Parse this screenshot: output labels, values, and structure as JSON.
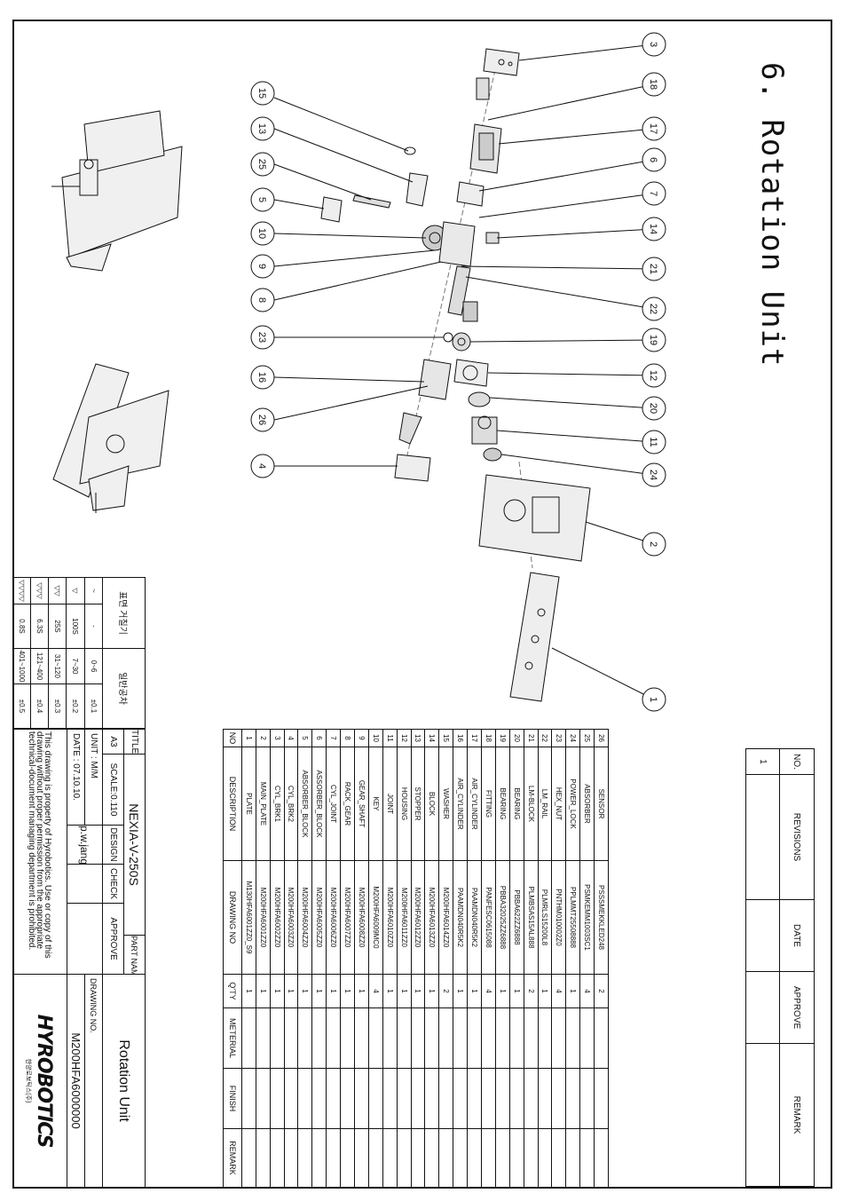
{
  "page_title": "6. Rotation Unit",
  "balloons": [
    "1",
    "2",
    "3",
    "4",
    "5",
    "6",
    "7",
    "8",
    "9",
    "10",
    "11",
    "12",
    "13",
    "14",
    "15",
    "16",
    "17",
    "18",
    "19",
    "20",
    "21",
    "22",
    "23",
    "24",
    "25",
    "26"
  ],
  "parts_headers": {
    "no": "NO",
    "description": "DESCRIPTION",
    "drawing_no": "DRAWING NO",
    "qty": "Q'TY",
    "material": "METERIAL",
    "finish": "FINISH",
    "remark": "REMARK"
  },
  "parts": [
    {
      "no": "1",
      "description": "PLATE",
      "drawing_no": "M130HFA6001ZZ0_S9",
      "qty": "1"
    },
    {
      "no": "2",
      "description": "MAIN_PLATE",
      "drawing_no": "M200HFA6001ZZ0",
      "qty": "1"
    },
    {
      "no": "3",
      "description": "CYL_BRK1",
      "drawing_no": "M200HFA6002ZZ0",
      "qty": "1"
    },
    {
      "no": "4",
      "description": "CYL_BRK2",
      "drawing_no": "M200HFA6003ZZ0",
      "qty": "1"
    },
    {
      "no": "5",
      "description": "ABSORBER_BLOCK",
      "drawing_no": "M200HFA6004ZZ0",
      "qty": "1"
    },
    {
      "no": "6",
      "description": "ASSORBER_BLOCK",
      "drawing_no": "M200HFA6005ZZ0",
      "qty": "1"
    },
    {
      "no": "7",
      "description": "CYL_JOINT",
      "drawing_no": "M200HFA6006ZZ0",
      "qty": "1"
    },
    {
      "no": "8",
      "description": "RACK_GEAR",
      "drawing_no": "M200HFA6007ZZ0",
      "qty": "1"
    },
    {
      "no": "9",
      "description": "GEAR_SHAFT",
      "drawing_no": "M200HFA6008ZZ0",
      "qty": "1"
    },
    {
      "no": "10",
      "description": "KEY",
      "drawing_no": "M200HFA6009MC0",
      "qty": "4"
    },
    {
      "no": "11",
      "description": "JOINT",
      "drawing_no": "M200HFA6010ZZ0",
      "qty": "1"
    },
    {
      "no": "12",
      "description": "HOUSING",
      "drawing_no": "M200HFA6011ZZ0",
      "qty": "1"
    },
    {
      "no": "13",
      "description": "STOPPER",
      "drawing_no": "M200HFA6012ZZ0",
      "qty": "1"
    },
    {
      "no": "14",
      "description": "BLOCK",
      "drawing_no": "M200HFA6013ZZ0",
      "qty": "1"
    },
    {
      "no": "15",
      "description": "WASHER",
      "drawing_no": "M200HFA6014ZZ0",
      "qty": "2"
    },
    {
      "no": "16",
      "description": "AIR_CYLINDER",
      "drawing_no": "PAAMDN040R5K2",
      "qty": "1"
    },
    {
      "no": "17",
      "description": "AIR_CYLINDER",
      "drawing_no": "PAAMDN040R5K2",
      "qty": "1"
    },
    {
      "no": "18",
      "description": "FITTING",
      "drawing_no": "PANFESC0615088",
      "qty": "4"
    },
    {
      "no": "19",
      "description": "BEARING",
      "drawing_no": "PBBA32025ZZ6888",
      "qty": "1"
    },
    {
      "no": "20",
      "description": "BEARING",
      "drawing_no": "PBBA622ZZ6888",
      "qty": "1"
    },
    {
      "no": "21",
      "description": "LM-BLOCK",
      "drawing_no": "PLMBSAS15AL888",
      "qty": "2"
    },
    {
      "no": "22",
      "description": "LM_RAIL",
      "drawing_no": "PLMRLS15200L8",
      "qty": "1"
    },
    {
      "no": "23",
      "description": "HEX_NUT",
      "drawing_no": "PNTHM010002Z0",
      "qty": "4"
    },
    {
      "no": "24",
      "description": "POWER_LOCK",
      "drawing_no": "PPLMMT25508888",
      "qty": "1"
    },
    {
      "no": "25",
      "description": "ABSORBER",
      "drawing_no": "PSMKEMM1003SC1",
      "qty": "4"
    },
    {
      "no": "26",
      "description": "SENSOR",
      "drawing_no": "PSSSMEKKLED248",
      "qty": "2"
    }
  ],
  "revisions": {
    "headers": {
      "no": "NO.",
      "revisions": "REVISIONS",
      "date": "DATE",
      "approve": "APPROVE",
      "remark": "REMARK"
    },
    "row": {
      "no": "1",
      "revisions": "",
      "date": "",
      "approve": "",
      "remark": ""
    }
  },
  "title_block": {
    "title_label": "TITLE",
    "title": "NEXIA-V-250S",
    "part_name_label": "PART NAME",
    "part_name": "Rotation Unit",
    "sheet": "A3",
    "scale": "SCALE:0.110",
    "design_label": "DESIGN",
    "check_label": "CHECK",
    "approve_label": "APPROVE",
    "drawing_no_label": "DRAWING NO.",
    "drawing_no": "M200HFA6000000",
    "unit": "UNIT : M/M",
    "designer": "p.w.jang",
    "date": "DATE : 07.10.10.",
    "note": "This drawing is property of Hyrobotics. Use or copy of this drawing without proper permission from the appropriate technical-document managing department is prohibited.",
    "logo": "HYROBOTICS",
    "logo_sub": "한양로보틱스(주)"
  },
  "surface_table": {
    "header": [
      "표면 거칠기",
      "일반공차"
    ],
    "rows": [
      [
        "~",
        "-",
        "0~6",
        "±0.1"
      ],
      [
        "▽",
        "100S",
        "7~30",
        "±0.2"
      ],
      [
        "▽▽",
        "25S",
        "31~120",
        "±0.3"
      ],
      [
        "▽▽▽",
        "6.3S",
        "121~400",
        "±0.4"
      ],
      [
        "▽▽▽▽",
        "0.8S",
        "401~1000",
        "±0.5"
      ]
    ]
  }
}
